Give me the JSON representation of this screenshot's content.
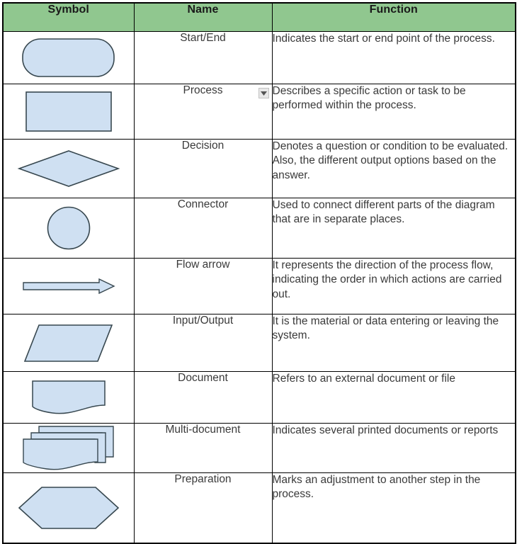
{
  "table": {
    "headers": [
      "Symbol",
      "Name",
      "Function"
    ],
    "header_bg": "#90c78f",
    "shape_fill": "#cfe0f2",
    "shape_stroke": "#37474f",
    "border_color": "#000000",
    "rows": [
      {
        "shape": "rounded-rectangle",
        "name": "Start/End",
        "function": "Indicates the start or end point of the process."
      },
      {
        "shape": "rectangle",
        "name": "Process",
        "function": "Describes a specific action or task to be performed within the process.",
        "has_dropdown": true
      },
      {
        "shape": "diamond",
        "name": "Decision",
        "function": "Denotes a question or condition to be evaluated. Also, the different output options based on the answer."
      },
      {
        "shape": "circle",
        "name": "Connector",
        "function": "Used to connect different parts of the diagram that are in separate places."
      },
      {
        "shape": "arrow",
        "name": "Flow arrow",
        "function": "It represents the direction of the process flow, indicating the order in which actions are carried out."
      },
      {
        "shape": "parallelogram",
        "name": "Input/Output",
        "function": "It is the material or data entering or leaving the system."
      },
      {
        "shape": "document",
        "name": "Document",
        "function": "Refers to an external document or file"
      },
      {
        "shape": "multi-document",
        "name": "Multi-document",
        "function": "Indicates several printed documents or reports"
      },
      {
        "shape": "hexagon",
        "name": "Preparation",
        "function": "Marks an adjustment to another step in the process."
      }
    ]
  },
  "controls": {
    "dropdown_icon": "chevron-down-icon"
  }
}
